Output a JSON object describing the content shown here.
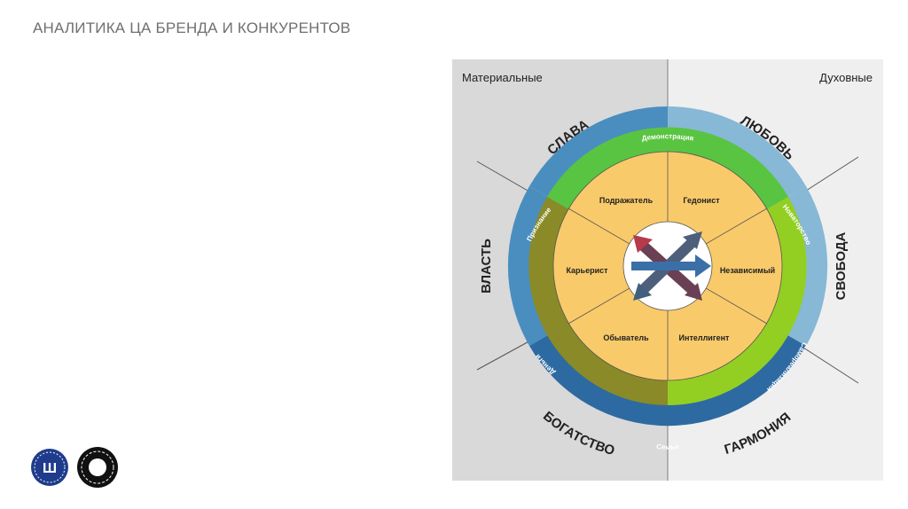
{
  "slide": {
    "title": "АНАЛИТИКА ЦА БРЕНДА И КОНКУРЕНТОВ"
  },
  "diagram": {
    "left_half_label": "Материальные",
    "right_half_label": "Духовные",
    "outer_values": {
      "top_left": "СЛАВА",
      "top_right": "ЛЮБОВЬ",
      "left": "ВЛАСТЬ",
      "right": "СВОБОДА",
      "bottom_left": "БОГАТСТВО",
      "bottom_right": "ГАРМОНИЯ"
    },
    "ring_labels": {
      "top": "Демонстрация",
      "upper_left": "Признание",
      "upper_right": "Новаторство",
      "lower_left": "Деньги",
      "lower_right": "Самореализация",
      "bottom": "Семья"
    },
    "segments": {
      "top_left": "Подражатель",
      "top_right": "Гедонист",
      "left": "Карьерист",
      "right": "Независимый",
      "bottom_left": "Обыватель",
      "bottom_right": "Интеллигент"
    },
    "colors": {
      "left_panel": "#d9d9d9",
      "right_panel": "#efefef",
      "outer_blue": "#4a8ec0",
      "outer_light_blue": "#87b8d6",
      "outer_dark_blue": "#2e6aa2",
      "ring_green": "#59c442",
      "ring_olive": "#8a8a28",
      "ring_lime": "#93cf22",
      "segment_fill": "#f9ca6a"
    }
  },
  "logos": {
    "hse_icon": "hse-logo-icon",
    "art_design_icon": "art-design-school-logo-icon"
  }
}
